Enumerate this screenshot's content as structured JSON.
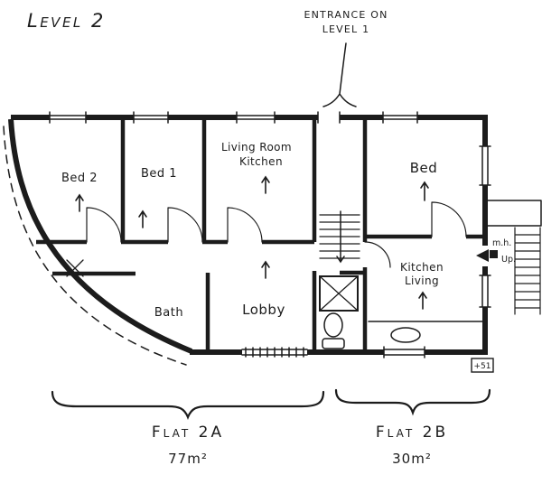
{
  "title": "Level 2",
  "entrance_note": {
    "line1": "ENTRANCE ON",
    "line2": "LEVEL 1"
  },
  "rooms": {
    "bed2": "Bed 2",
    "bed1": "Bed 1",
    "living_line1": "Living Room",
    "living_line2": "Kitchen",
    "bed": "Bed",
    "bath": "Bath",
    "lobby": "Lobby",
    "kitchen_line1": "Kitchen",
    "kitchen_line2": "Living"
  },
  "stair_labels": {
    "mh": "m.h.",
    "up": "Up."
  },
  "elevation_marker": "+51",
  "flats": {
    "a": {
      "name": "Flat 2A",
      "area": "77m²"
    },
    "b": {
      "name": "Flat 2B",
      "area": "30m²"
    }
  },
  "colors": {
    "ink": "#1c1c1c",
    "paper": "#ffffff"
  }
}
